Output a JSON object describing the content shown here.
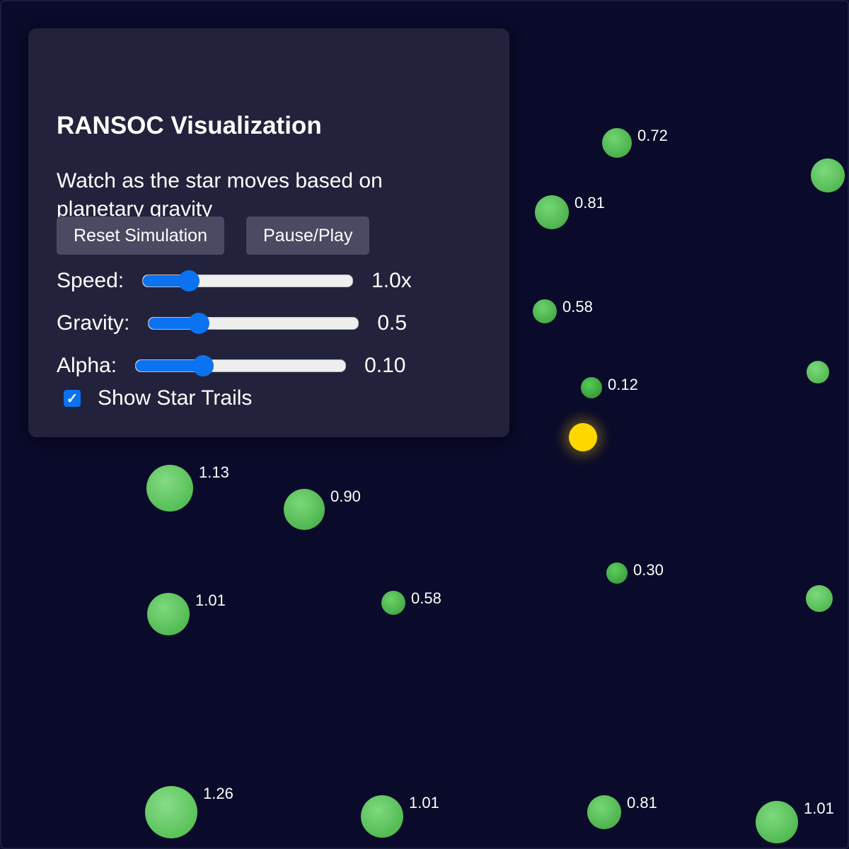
{
  "panel": {
    "title": "RANSOC Visualization",
    "description": "Watch as the star moves based on planetary gravity",
    "reset_label": "Reset Simulation",
    "pause_label": "Pause/Play",
    "sliders": [
      {
        "label": "Speed:",
        "value": "1.0x",
        "level": 0.22
      },
      {
        "label": "Gravity:",
        "value": "0.5",
        "level": 0.24
      },
      {
        "label": "Alpha:",
        "value": "0.10",
        "level": 0.32
      }
    ],
    "trails_label": "Show Star Trails",
    "trails_checked": true
  },
  "colors": {
    "background": "#0a0a2a",
    "panel": "#22223c",
    "accent": "#0b72f0",
    "star": "#ffd700",
    "planet": "#6cc46c"
  },
  "planets": [
    {
      "mass": "1.13"
    },
    {
      "mass": "0.81"
    },
    {
      "mass": "0.72"
    },
    {
      "mass": ""
    },
    {
      "mass": "0.58"
    },
    {
      "mass": "0.12"
    },
    {
      "mass": ""
    },
    {
      "mass": "0.90"
    },
    {
      "mass": "0.30"
    },
    {
      "mass": "0.58"
    },
    {
      "mass": "1.01"
    },
    {
      "mass": ""
    },
    {
      "mass": "1.26"
    },
    {
      "mass": "1.01"
    },
    {
      "mass": "0.81"
    },
    {
      "mass": "1.01"
    }
  ]
}
